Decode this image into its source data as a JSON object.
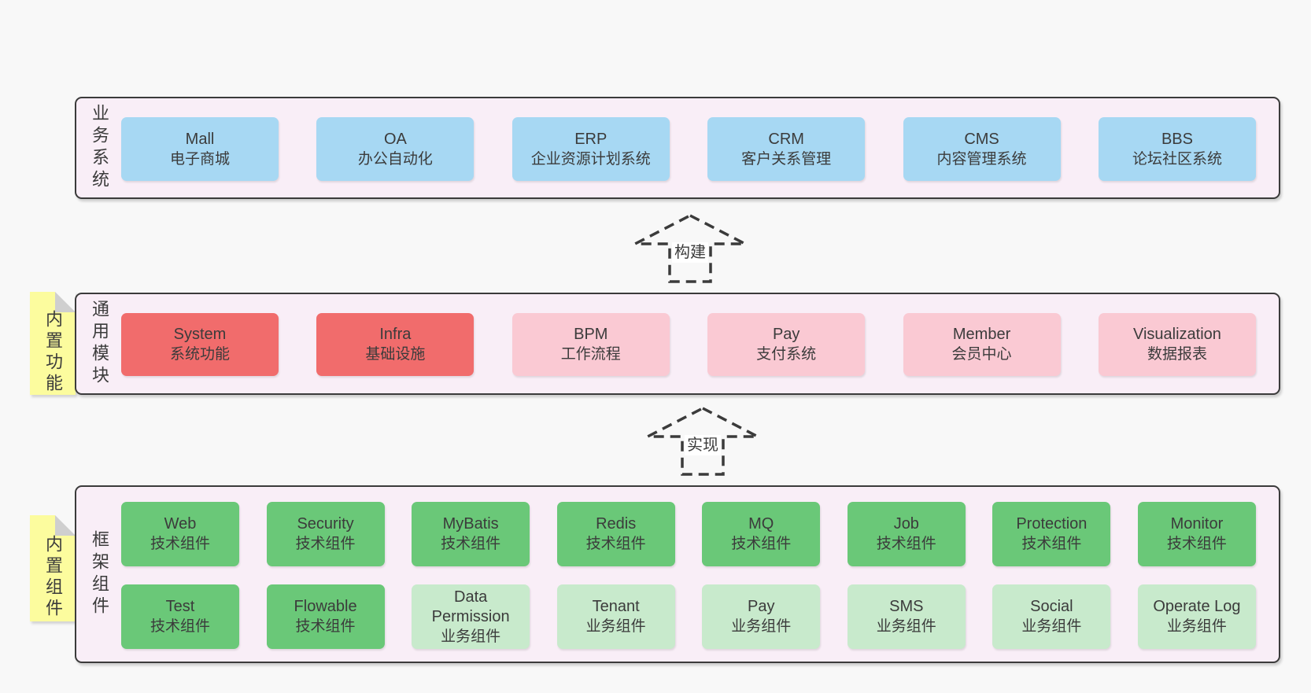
{
  "colors": {
    "page_bg": "#f8f8f8",
    "layer_bg": "#f9eef7",
    "layer_border": "#3b3b3b",
    "text": "#3b3b3b",
    "sticky_yellow": "#fcfc9e",
    "blue": "#a7d8f3",
    "red": "#f16c6c",
    "pink": "#fac9d3",
    "green": "#6ac878",
    "light_green": "#c8eacc"
  },
  "arrows": [
    {
      "label": "构建"
    },
    {
      "label": "实现"
    }
  ],
  "layers": [
    {
      "label": "业务系统",
      "sticky": "",
      "rows": [
        [
          {
            "en": "Mall",
            "zh": "电子商城",
            "color": "blue"
          },
          {
            "en": "OA",
            "zh": "办公自动化",
            "color": "blue"
          },
          {
            "en": "ERP",
            "zh": "企业资源计划系统",
            "color": "blue"
          },
          {
            "en": "CRM",
            "zh": "客户关系管理",
            "color": "blue"
          },
          {
            "en": "CMS",
            "zh": "内容管理系统",
            "color": "blue"
          },
          {
            "en": "BBS",
            "zh": "论坛社区系统",
            "color": "blue"
          }
        ]
      ]
    },
    {
      "label": "通用模块",
      "sticky": "内置功能",
      "rows": [
        [
          {
            "en": "System",
            "zh": "系统功能",
            "color": "red"
          },
          {
            "en": "Infra",
            "zh": "基础设施",
            "color": "red"
          },
          {
            "en": "BPM",
            "zh": "工作流程",
            "color": "pink"
          },
          {
            "en": "Pay",
            "zh": "支付系统",
            "color": "pink"
          },
          {
            "en": "Member",
            "zh": "会员中心",
            "color": "pink"
          },
          {
            "en": "Visualization",
            "zh": "数据报表",
            "color": "pink"
          }
        ]
      ]
    },
    {
      "label": "框架组件",
      "sticky": "内置组件",
      "rows": [
        [
          {
            "en": "Web",
            "zh": "技术组件",
            "color": "green"
          },
          {
            "en": "Security",
            "zh": "技术组件",
            "color": "green"
          },
          {
            "en": "MyBatis",
            "zh": "技术组件",
            "color": "green"
          },
          {
            "en": "Redis",
            "zh": "技术组件",
            "color": "green"
          },
          {
            "en": "MQ",
            "zh": "技术组件",
            "color": "green"
          },
          {
            "en": "Job",
            "zh": "技术组件",
            "color": "green"
          },
          {
            "en": "Protection",
            "zh": "技术组件",
            "color": "green"
          },
          {
            "en": "Monitor",
            "zh": "技术组件",
            "color": "green"
          }
        ],
        [
          {
            "en": "Test",
            "zh": "技术组件",
            "color": "green"
          },
          {
            "en": "Flowable",
            "zh": "技术组件",
            "color": "green"
          },
          {
            "en": "Data Permission",
            "zh": "业务组件",
            "color": "light_green"
          },
          {
            "en": "Tenant",
            "zh": "业务组件",
            "color": "light_green"
          },
          {
            "en": "Pay",
            "zh": "业务组件",
            "color": "light_green"
          },
          {
            "en": "SMS",
            "zh": "业务组件",
            "color": "light_green"
          },
          {
            "en": "Social",
            "zh": "业务组件",
            "color": "light_green"
          },
          {
            "en": "Operate Log",
            "zh": "业务组件",
            "color": "light_green"
          }
        ]
      ]
    }
  ]
}
